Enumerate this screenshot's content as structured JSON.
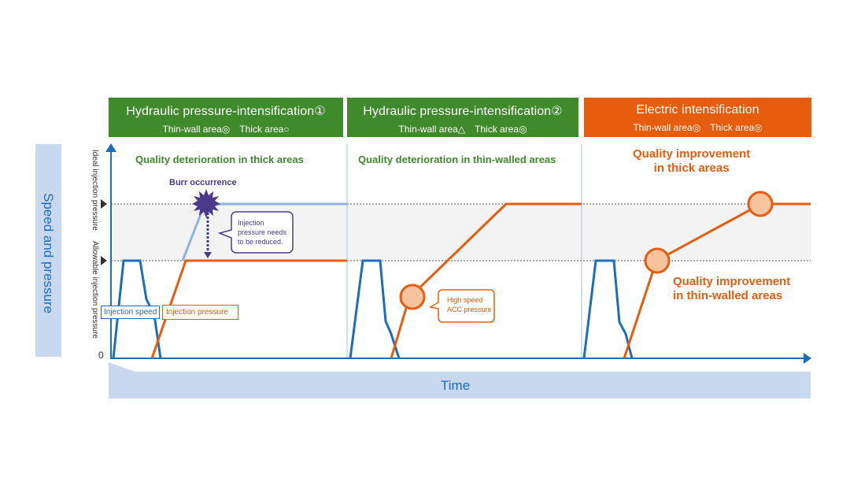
{
  "headers": [
    {
      "title": "Hydraulic pressure-intensification①",
      "sub": "Thin-wall area◎　Thick area○",
      "color": "#3f8a2a"
    },
    {
      "title": "Hydraulic pressure-intensification②",
      "sub": "Thin-wall area△　Thick area◎",
      "color": "#3f8a2a"
    },
    {
      "title": "Electric intensification",
      "sub": "Thin-wall area◎　Thick area◎",
      "color": "#e85d0d"
    }
  ],
  "axes": {
    "y_title": "Speed and pressure",
    "x_title": "Time",
    "zero_label": "0",
    "ideal_label": "Ideal injection pressure",
    "allowable_label": "Allowable injection pressure"
  },
  "panels": [
    {
      "heading": "Quality deterioration in thick areas",
      "burr_label": "Burr occurrence",
      "callout": "Injection pressure needs to be reduced.",
      "callout_lines": [
        "Injection",
        "pressure needs",
        "to be reduced."
      ]
    },
    {
      "heading": "Quality deterioration in thin-walled areas",
      "callout_lines": [
        "High speed",
        "ACC pressure"
      ]
    },
    {
      "heading_lines": [
        "Quality improvement",
        "in thick areas"
      ],
      "note_lines": [
        "Quality improvement",
        "in thin-walled areas"
      ]
    }
  ],
  "legend": {
    "speed": "Injection speed",
    "pressure": "Injection pressure"
  },
  "colors": {
    "speed": "#1a6ebd",
    "pressure": "#e85d0d",
    "burr": "#4b3a8c",
    "green": "#3f8a2a",
    "band": "#f3f3f3",
    "axis_band": "#c8d8ee"
  }
}
